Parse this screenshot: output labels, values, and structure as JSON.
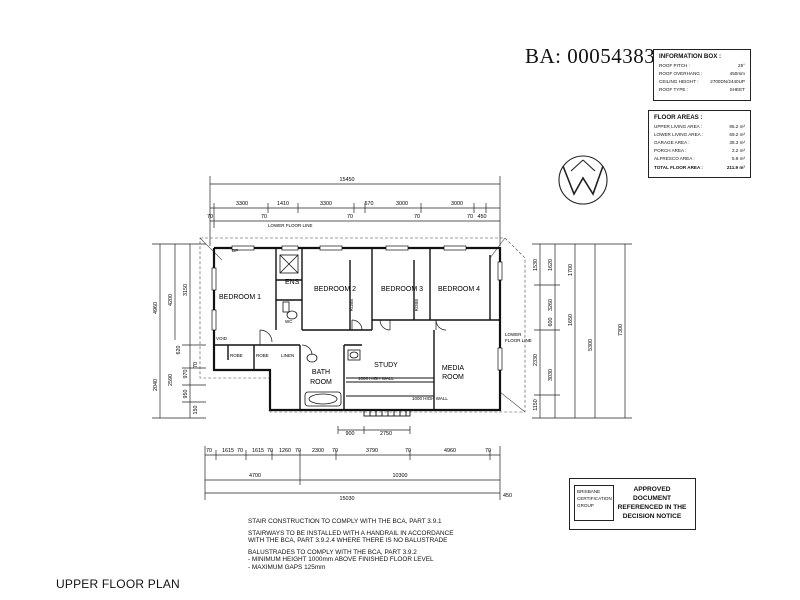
{
  "ba_number": "BA: 00054383",
  "info_box": {
    "title": "INFORMATION BOX :",
    "rows": [
      {
        "label": "ROOF PITCH :",
        "value": "25°"
      },
      {
        "label": "ROOF OVERHANG :",
        "value": "450mm"
      },
      {
        "label": "CEILING HEIGHT :",
        "value": "2700DN/2440UP"
      },
      {
        "label": "ROOF TYPE :",
        "value": "SHEET"
      }
    ]
  },
  "floor_areas": {
    "title": "FLOOR AREAS :",
    "rows": [
      {
        "label": "UPPER LIVING AREA :",
        "value": "95.2 m²"
      },
      {
        "label": "LOWER LIVING AREA :",
        "value": "69.2 m²"
      },
      {
        "label": "GARAGE AREA :",
        "value": "38.3 m²"
      },
      {
        "label": "PORCH AREA :",
        "value": "2.2 m²"
      },
      {
        "label": "ALFRESCO AREA :",
        "value": "5.9 m²"
      },
      {
        "label": "TOTAL FLOOR AREA :",
        "value": "211.9 m²"
      }
    ]
  },
  "rooms": {
    "bedroom1": "BEDROOM 1",
    "bedroom2": "BEDROOM 2",
    "bedroom3": "BEDROOM 3",
    "bedroom4": "BEDROOM 4",
    "ens": "ENS",
    "study": "STUDY",
    "media": "MEDIA",
    "media2": "ROOM",
    "bath": "BATH",
    "bath2": "ROOM",
    "linen": "LINEN",
    "robe": "ROBE",
    "lower_floor_line": "LOWER FLOOR LINE",
    "lower_floor_line_2": "LOWER",
    "lower_floor_line_3": "FLOOR LINE",
    "high_wall_1": "1000 HIGH WALL",
    "high_wall_2": "1000 HIGH WALL",
    "void": "VOID",
    "wc": "WC",
    "dp": "DP"
  },
  "dims": {
    "top_overall": "15450",
    "top_parts": [
      "3300",
      "1410",
      "3300",
      "570",
      "3000",
      "3000"
    ],
    "top_small": [
      "70",
      "70",
      "70",
      "70",
      "70",
      "450"
    ],
    "bottom_parts_1": [
      "70",
      "1615",
      "70",
      "1615",
      "70",
      "1260",
      "70",
      "2300",
      "70",
      "3790",
      "70",
      "4960",
      "70"
    ],
    "bottom_parts_2": [
      "4700",
      "10300"
    ],
    "bottom_overall": "15030",
    "bottom_small": "450",
    "stair_dims": [
      "900",
      "2750"
    ],
    "left": [
      "4960",
      "4200",
      "3150",
      "2040",
      "2590",
      "970",
      "950",
      "150",
      "620",
      "70"
    ],
    "right": [
      "1530",
      "1620",
      "1700",
      "3260",
      "1650",
      "7300",
      "5300",
      "2330",
      "3030",
      "1150",
      "600"
    ]
  },
  "approval": {
    "cert_lines": [
      "BRISBANE",
      "CERTIFICATION",
      "GROUP"
    ],
    "approved_lines": [
      "APPROVED DOCUMENT",
      "REFERENCED IN THE",
      "DECISION NOTICE"
    ]
  },
  "notes": [
    "STAIR CONSTRUCTION TO COMPLY WITH THE BCA, PART 3.9.1",
    "STAIRWAYS TO BE INSTALLED WITH A HANDRAIL IN ACCORDANCE\nWITH THE BCA, PART 3.9.2.4 WHERE THERE IS NO BALUSTRADE",
    "BALUSTRADES TO COMPLY WITH THE BCA, PART 3.9.2\n- MINIMUM HEIGHT 1000mm ABOVE FINISHED FLOOR LEVEL\n- MAXIMUM GAPS 125mm"
  ],
  "plan_title": "UPPER FLOOR PLAN"
}
